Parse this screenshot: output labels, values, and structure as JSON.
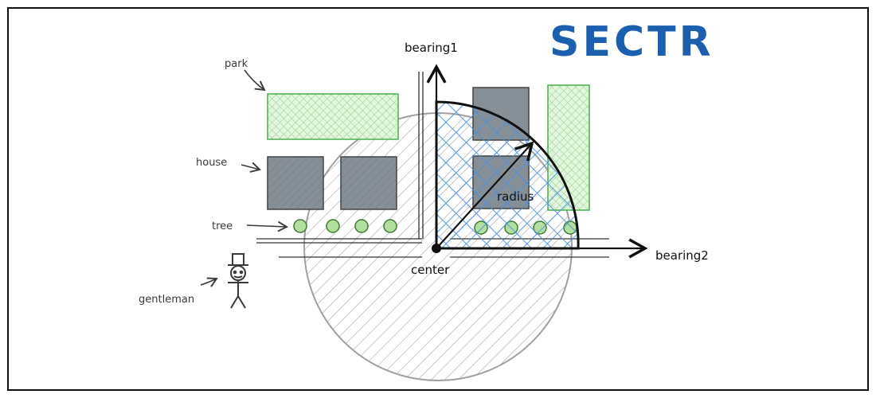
{
  "title": "SECTR",
  "labels": {
    "park": "park",
    "house": "house",
    "tree": "tree",
    "gentleman": "gentleman",
    "bearing1": "bearing1",
    "bearing2": "bearing2",
    "radius": "radius",
    "center": "center"
  },
  "colors": {
    "title": "#1c5fae",
    "sector_fill": "#4a90e2",
    "park_fill": "#b2dfa0",
    "park_stroke": "#4caf50",
    "house_fill": "#868e96",
    "circle_hatch": "#9a9a9a",
    "ink": "#111111",
    "note_ink": "#3a3a3a"
  }
}
